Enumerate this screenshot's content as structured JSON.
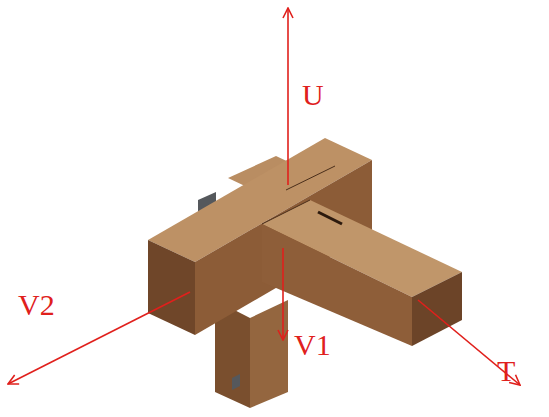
{
  "diagram": {
    "labels": [
      "U",
      "V2",
      "V1",
      "T"
    ]
  }
}
